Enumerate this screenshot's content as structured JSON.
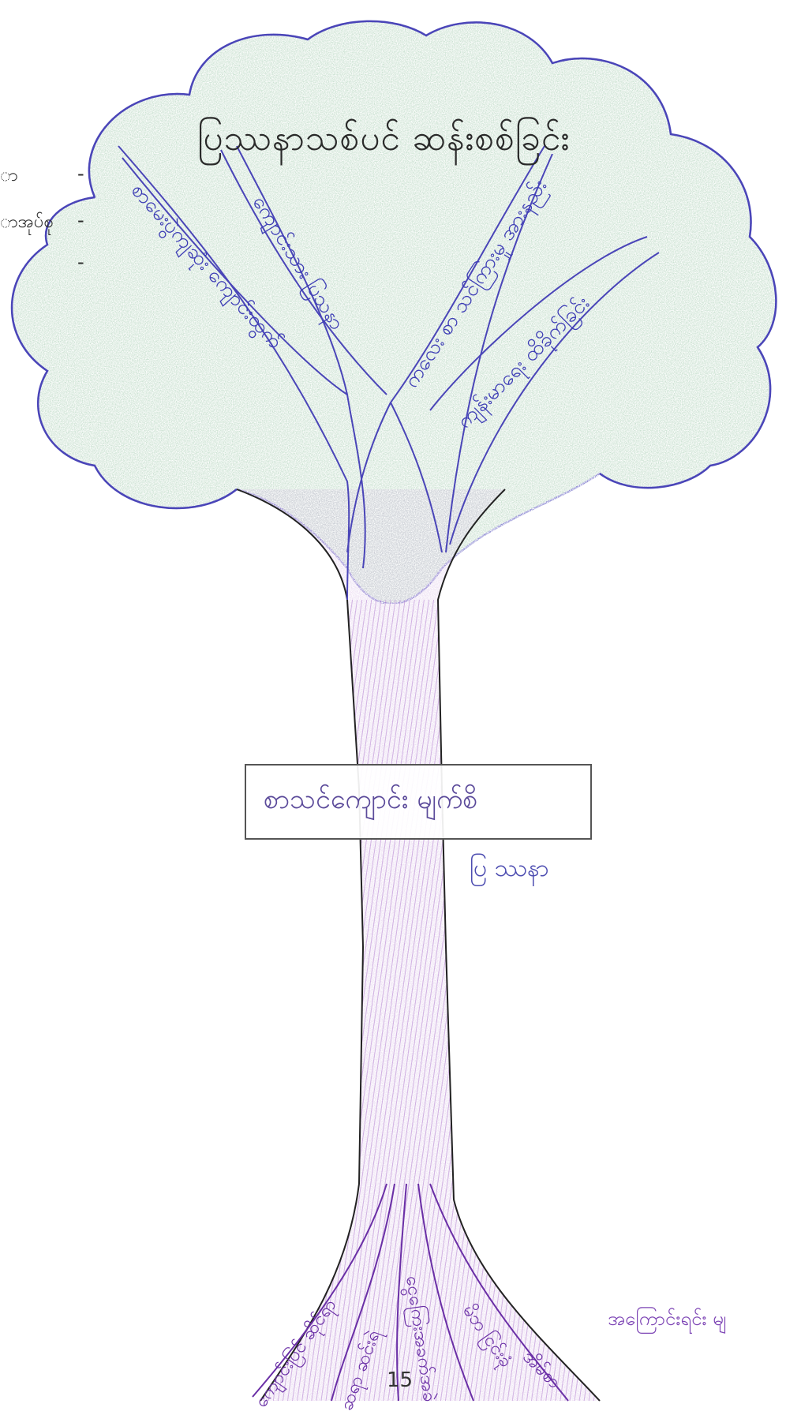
{
  "title": "ပြဿနာသစ်ပင် ဆန်းစစ်ခြင်း",
  "center_label": "စာသင်ကျောင်း မျက်စိ",
  "sub_label": "ပြ ဿနာ",
  "margin_left": [
    "ာ",
    "ာအုပ်စု"
  ],
  "margin_dashes": [
    "-",
    "-",
    "-"
  ],
  "root_side_label": "အကြောင်းရင်း မျ",
  "page_number": "15",
  "branches": [
    "စာမေးပွဲကျဆုံး ကျောင်းထွက်",
    "ကျောင်းသား ပြသနာ",
    "ကလေး စာ သင်ကြားမှု အားနည်း",
    "ကျန်းမာရေး ထိခိုက်ခြင်း"
  ],
  "roots": [
    "ကျောင်းပြင် ဆိုင်ရာ",
    "ဆရာ ဆင်းရဲ",
    "ငွေကြေးအခက်အခဲ",
    "မိဘ ငြင်းခုံ",
    "အိမ်စာ"
  ],
  "colors": {
    "crown_fill": "#7cb48c",
    "crown_outline": "#4a45b8",
    "trunk_fill": "#c9a2dc",
    "trunk_outline": "#222222",
    "root_ink": "#6a2fa6",
    "branch_ink": "#3d3db5"
  }
}
